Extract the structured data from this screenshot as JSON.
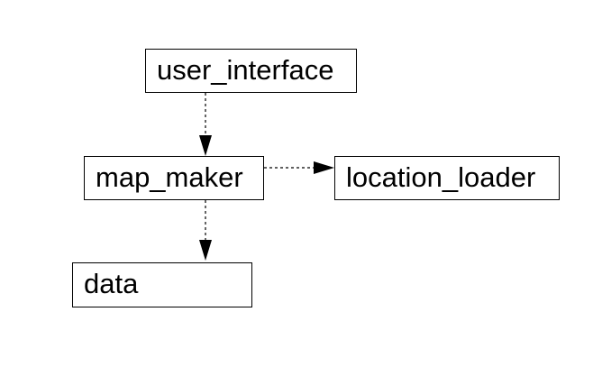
{
  "diagram": {
    "nodes": {
      "user_interface": {
        "label": "user_interface"
      },
      "map_maker": {
        "label": "map_maker"
      },
      "location_loader": {
        "label": "location_loader"
      },
      "data": {
        "label": "data"
      }
    },
    "edges": [
      {
        "from": "user_interface",
        "to": "map_maker",
        "style": "dashed"
      },
      {
        "from": "map_maker",
        "to": "location_loader",
        "style": "dashed"
      },
      {
        "from": "map_maker",
        "to": "data",
        "style": "dashed"
      }
    ]
  },
  "colors": {
    "line": "#000000",
    "box_border": "#000000",
    "background": "#ffffff"
  }
}
